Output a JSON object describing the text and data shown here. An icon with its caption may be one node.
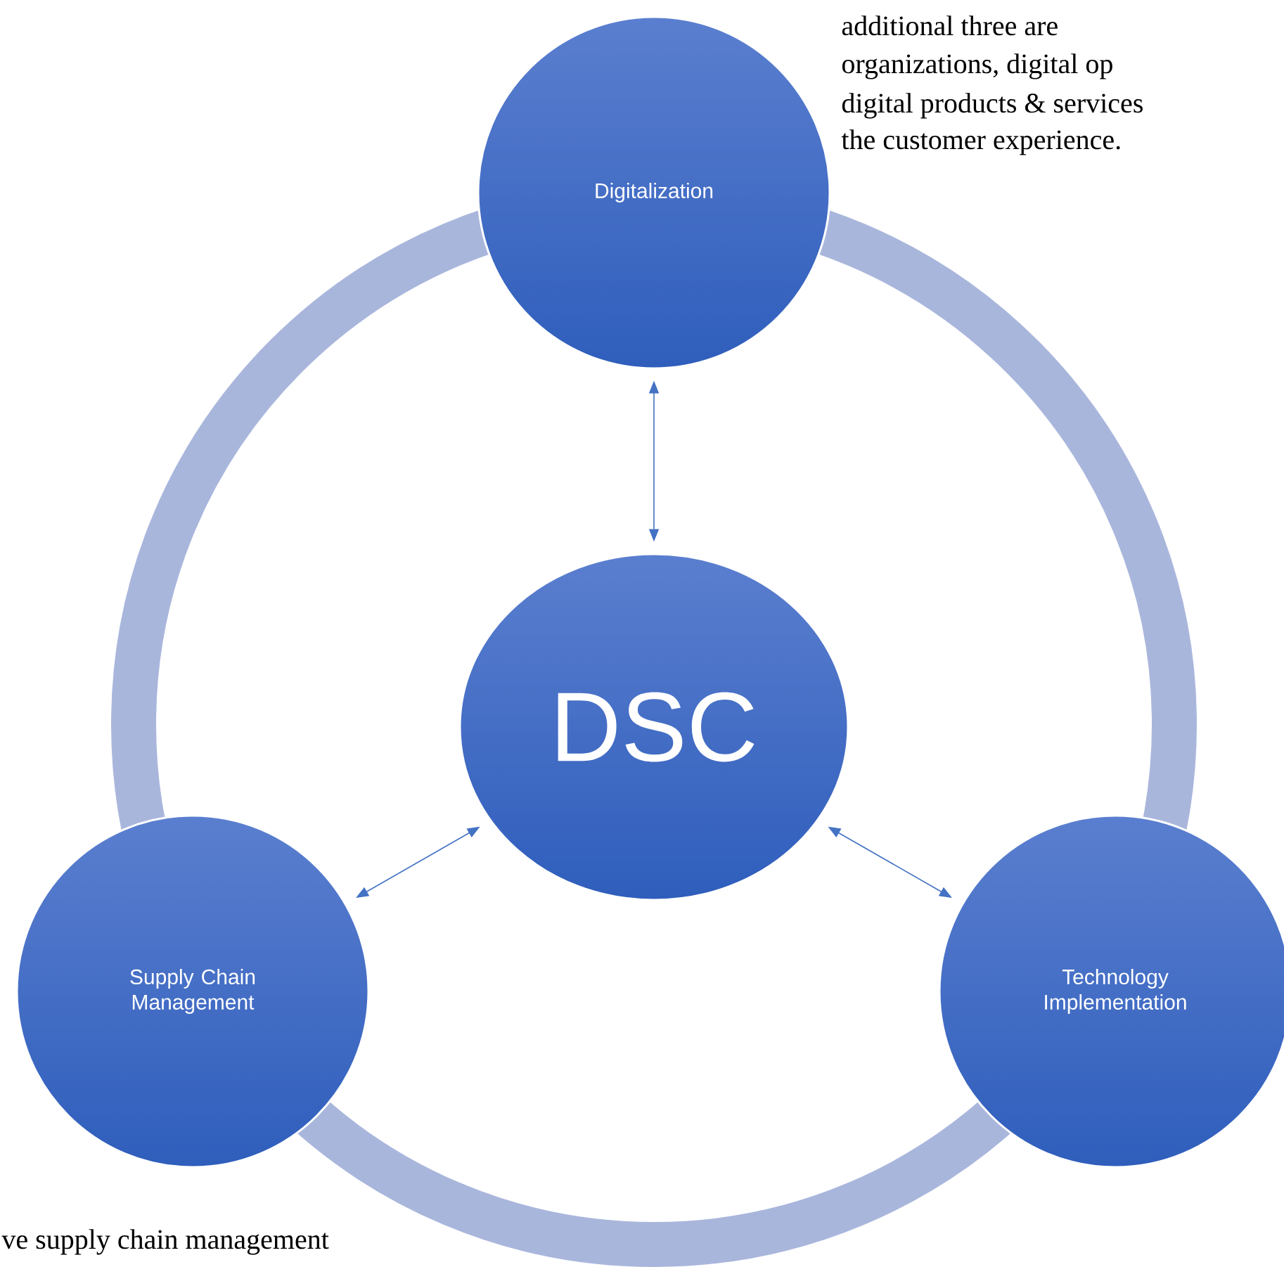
{
  "diagram": {
    "nodes": [
      {
        "text": [
          "Digitalization"
        ]
      },
      {
        "text": [
          "DSC"
        ]
      },
      {
        "text": [
          "Supply Chain Management"
        ]
      },
      {
        "text": [
          "Technology Implementation"
        ]
      }
    ],
    "edges": [
      {
        "from": 0,
        "to": 1,
        "arrow": "both"
      },
      {
        "from": 1,
        "to": 2,
        "arrow": "both"
      },
      {
        "from": 1,
        "to": 3,
        "arrow": "both"
      }
    ],
    "labels": [
      "additional three are",
      "organizations, digital op",
      "digital products & services",
      "the customer experience.",
      "ve supply chain management"
    ]
  }
}
